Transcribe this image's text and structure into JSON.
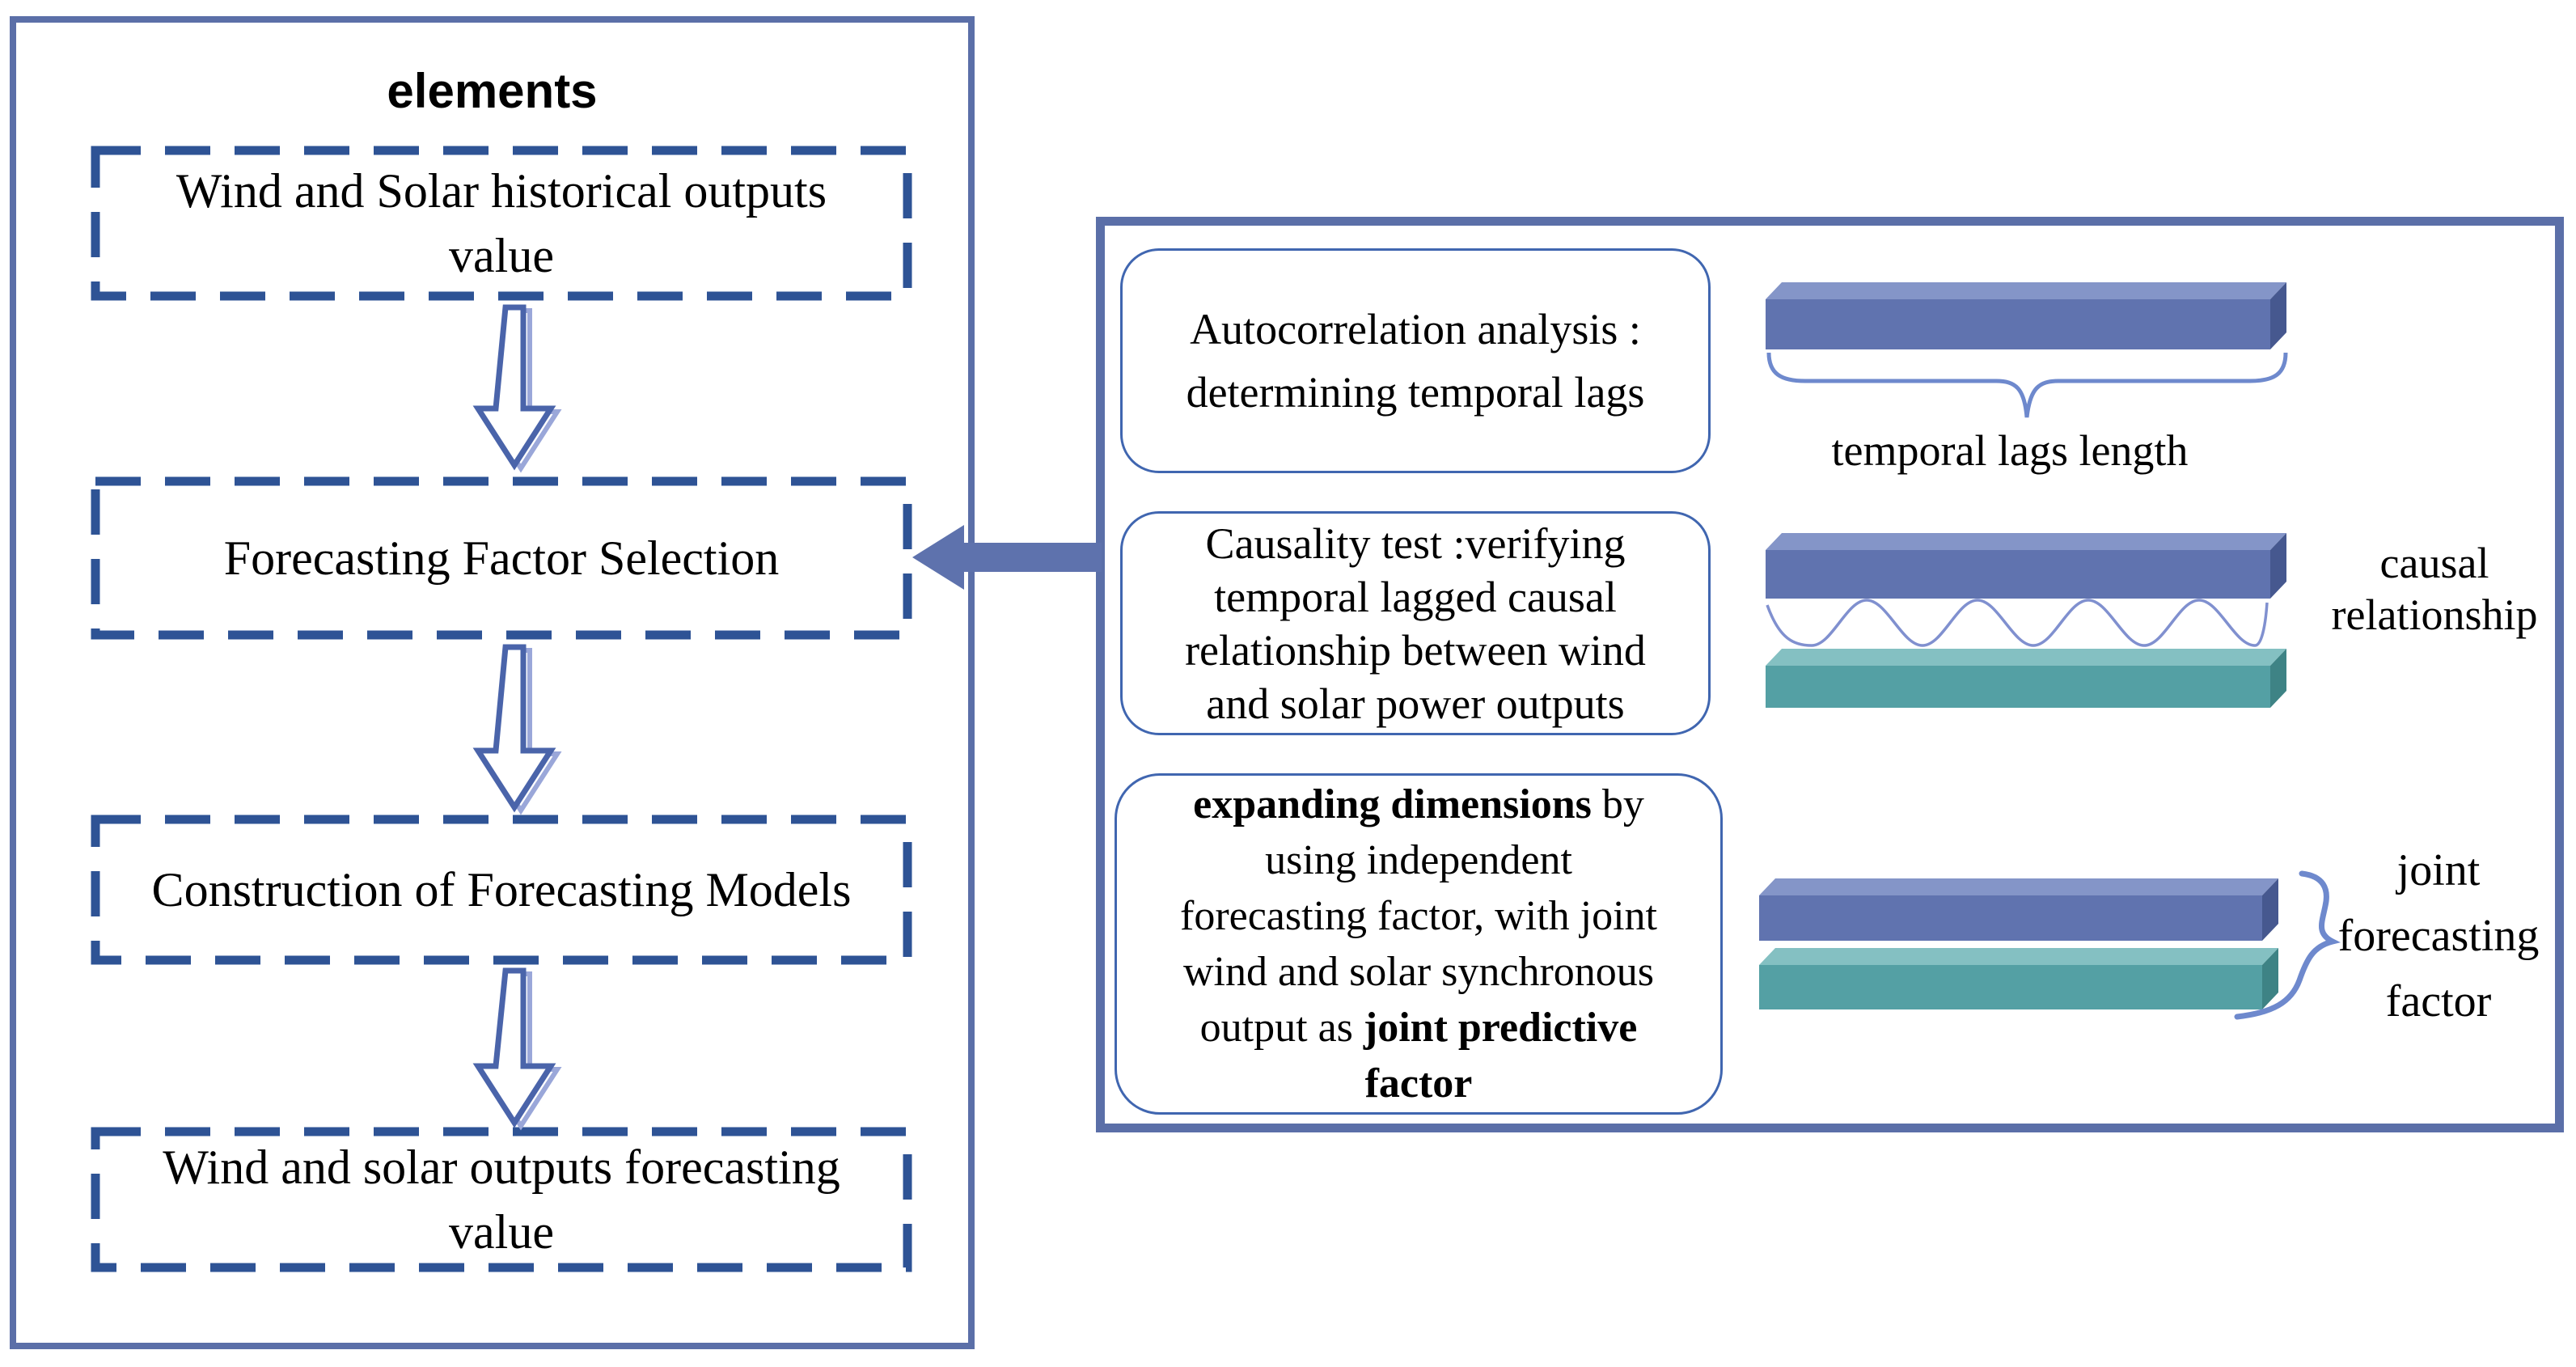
{
  "left_panel": {
    "title": "elements",
    "box1_line1": "Wind and Solar historical outputs",
    "box1_line2": "value",
    "box2": "Forecasting Factor Selection",
    "box3": "Construction of Forecasting Models",
    "box4_line1": "Wind and solar outputs forecasting",
    "box4_line2": "value"
  },
  "right_panel": {
    "box1_line1": "Autocorrelation analysis :",
    "box1_line2": "determining temporal lags",
    "label1": "temporal lags length",
    "box2_line1": "Causality test :verifying",
    "box2_line2": "temporal lagged causal",
    "box2_line3": "relationship between wind",
    "box2_line4": "and solar power outputs",
    "label2_line1": "causal",
    "label2_line2": "relationship",
    "box3_line1_bold": "expanding dimensions",
    "box3_line1_rest": " by",
    "box3_line2": "using independent",
    "box3_line3": "forecasting factor, with joint",
    "box3_line4": "wind and solar synchronous",
    "box3_line5_rest": "output as ",
    "box3_line5_bold": "joint predictive",
    "box3_line6_bold": "factor",
    "label3_line1": "joint",
    "label3_line2": "forecasting",
    "label3_line3": "factor"
  },
  "colors": {
    "panel_border": "#5b6fa8",
    "dashed_border": "#2e5395",
    "rounded_box_border": "#4066b0",
    "solid_arrow": "#5e72ad",
    "hollow_arrow_outline": "#4a64aa",
    "hollow_arrow_shadow": "#9aa7d9",
    "bar_blue_front": "#6073af",
    "bar_blue_top": "#8495c8",
    "bar_blue_side": "#46588f",
    "bar_teal_front": "#54a0a4",
    "bar_teal_top": "#84c0c2",
    "bar_teal_side": "#3e8385",
    "brace": "#6e89cd",
    "wave": "#8090cf"
  }
}
